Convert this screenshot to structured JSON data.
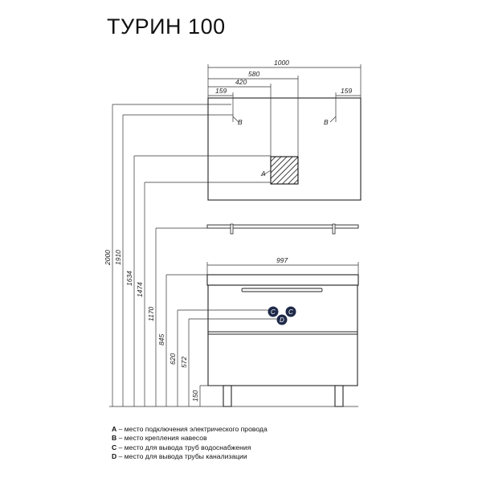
{
  "title": "ТУРИН 100",
  "widths": {
    "mirror": "1000",
    "socket_right": "580",
    "socket_left": "420",
    "bracket_left": "159",
    "bracket_right": "159",
    "cabinet": "997"
  },
  "heights": {
    "h2000": "2000",
    "h1910": "1910",
    "h1634": "1634",
    "h1474": "1474",
    "h1170": "1170",
    "h845": "845",
    "h620": "620",
    "h572": "572",
    "h150": "150"
  },
  "markers": {
    "a": "A",
    "b": "B",
    "c": "C",
    "d": "D"
  },
  "legend": [
    {
      "letter": "A",
      "text": " – место подключения электрического провода"
    },
    {
      "letter": "B",
      "text": " – место крепления навесов"
    },
    {
      "letter": "C",
      "text": " – место для вывода труб водоснабжения"
    },
    {
      "letter": "D",
      "text": " – место для вывода трубы канализации"
    }
  ]
}
